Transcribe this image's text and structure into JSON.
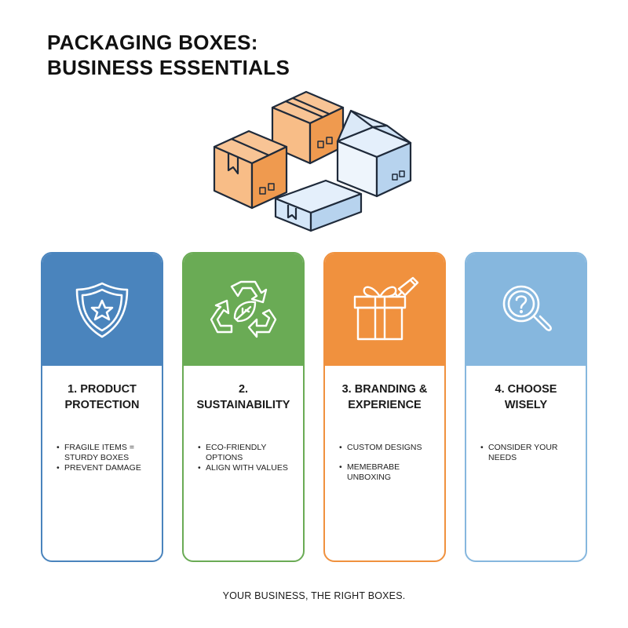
{
  "title": {
    "line1": "PACKAGING BOXES:",
    "line2": "BUSINESS ESSENTIALS"
  },
  "illustration": {
    "icon": "stacked-boxes-icon"
  },
  "colors": {
    "protection": "#4a84bd",
    "sustainability": "#6aab55",
    "branding": "#f0913e",
    "choose": "#86b7de",
    "box_orange": "#f3a25a",
    "box_blue": "#d7e8f8"
  },
  "cards": [
    {
      "icon": "shield-star-icon",
      "title_line1": "1. PRODUCT",
      "title_line2": "PROTECTION",
      "bullets": [
        "FRAGILE ITEMS = STURDY BOXES",
        "PREVENT DAMAGE"
      ]
    },
    {
      "icon": "recycle-leaf-icon",
      "title_line1": "2.",
      "title_line2": "SUSTAINABILITY",
      "bullets": [
        "ECO-FRIENDLY OPTIONS",
        "ALIGN WITH VALUES"
      ]
    },
    {
      "icon": "gift-box-icon",
      "title_line1": "3. BRANDING &",
      "title_line2": "EXPERIENCE",
      "bullets": [
        "CUSTOM DESIGNS",
        "MEMEBRABE UNBOXING"
      ]
    },
    {
      "icon": "magnifier-question-icon",
      "title_line1": "4. CHOOSE",
      "title_line2": "WISELY",
      "bullets": [
        "CONSIDER YOUR NEEDS"
      ]
    }
  ],
  "tagline": "YOUR BUSINESS, THE RIGHT BOXES."
}
